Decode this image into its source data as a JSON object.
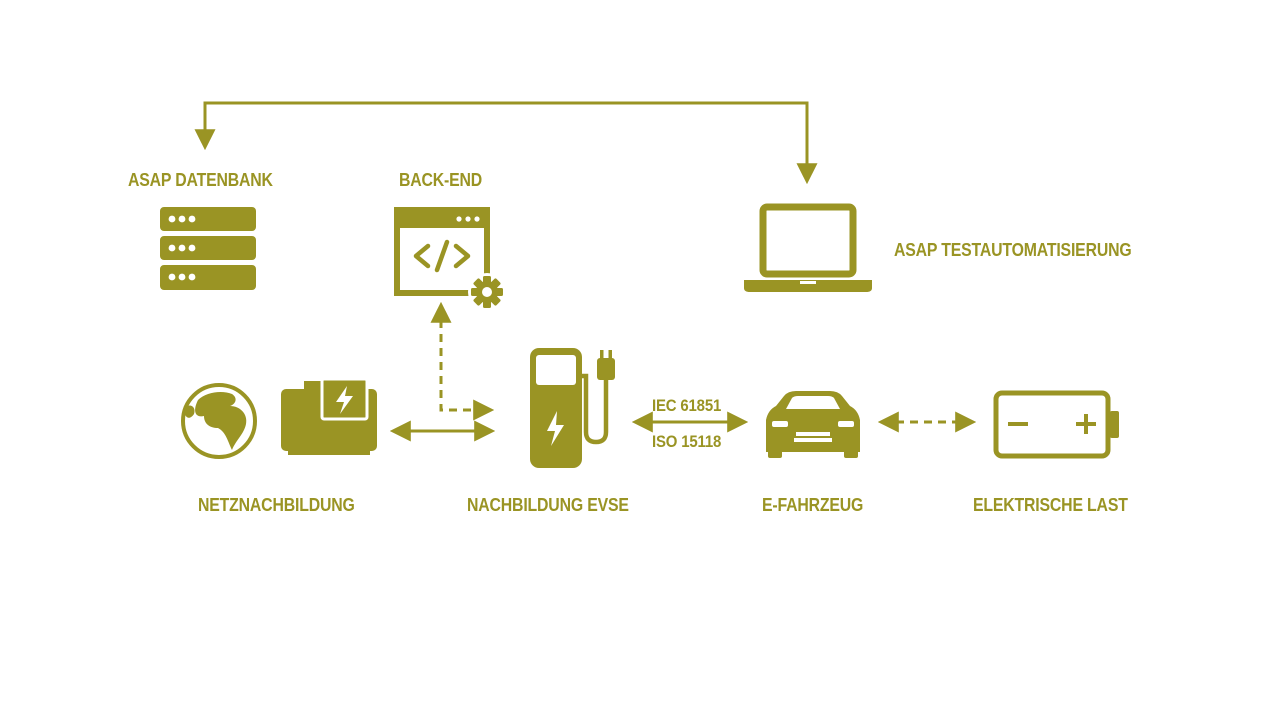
{
  "colors": {
    "accent": "#9a9424",
    "background": "#ffffff"
  },
  "nodes": {
    "database": {
      "label": "ASAP DATENBANK",
      "icon": "server-rack-icon"
    },
    "backend": {
      "label": "BACK-END",
      "icon": "code-window-gear-icon"
    },
    "test_automation": {
      "label": "ASAP TESTAUTOMATISIERUNG",
      "icon": "laptop-icon"
    },
    "grid_emulation": {
      "label": "NETZNACHBILDUNG",
      "icons": [
        "globe-icon",
        "power-generator-icon"
      ]
    },
    "evse_emulation": {
      "label": "NACHBILDUNG EVSE",
      "icon": "charging-station-icon"
    },
    "ev": {
      "label": "E-FAHRZEUG",
      "icon": "car-icon"
    },
    "electric_load": {
      "label": "ELEKTRISCHE LAST",
      "icon": "battery-icon"
    }
  },
  "protocols": {
    "top": "IEC 61851",
    "bottom": "ISO 15118"
  }
}
